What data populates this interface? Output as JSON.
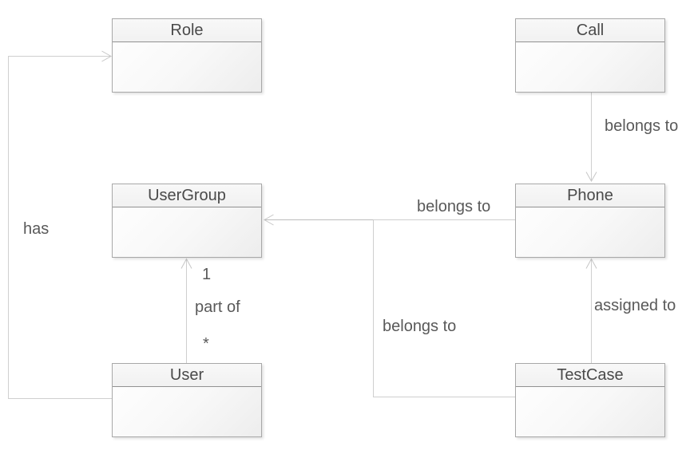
{
  "diagram": {
    "kind": "uml-class-diagram",
    "entities": [
      {
        "name": "Role"
      },
      {
        "name": "Call"
      },
      {
        "name": "UserGroup"
      },
      {
        "name": "Phone"
      },
      {
        "name": "User"
      },
      {
        "name": "TestCase"
      }
    ],
    "relationships": [
      {
        "from": "Call",
        "to": "Phone",
        "label": "belongs to"
      },
      {
        "from": "Phone",
        "to": "UserGroup",
        "label": "belongs to"
      },
      {
        "from": "TestCase",
        "to": "UserGroup",
        "label": "belongs to"
      },
      {
        "from": "User",
        "to": "UserGroup",
        "label": "part of",
        "multiplicity_source": "*",
        "multiplicity_target": "1"
      },
      {
        "from": "TestCase",
        "to": "Phone",
        "label": "assigned to"
      },
      {
        "from": "User",
        "to": "Role",
        "label": "has"
      }
    ],
    "colors": {
      "background": "#ffffff",
      "box_border": "#a8a8a8",
      "box_header_bg": "#f4f4f4",
      "box_body_bg": "#fafafa",
      "connector": "#cfcfcf",
      "title_text": "#4a4a4a",
      "label_text": "#595959"
    }
  }
}
